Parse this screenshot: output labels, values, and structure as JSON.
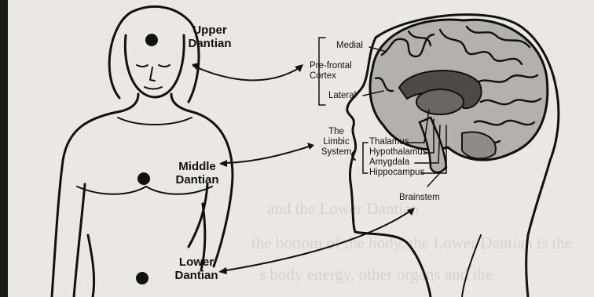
{
  "dantians": {
    "upper": [
      "Upper",
      "Dantian"
    ],
    "middle": [
      "Middle",
      "Dantian"
    ],
    "lower": [
      "Lower",
      "Dantian"
    ]
  },
  "cortex": {
    "label": [
      "Pre-frontal",
      "Cortex"
    ],
    "medial": "Medial",
    "lateral": "Lateral"
  },
  "limbic": {
    "label": [
      "The",
      "Limbic",
      "System"
    ],
    "parts": [
      "Thalamus",
      "Hypothalamus",
      "Amygdala",
      "Hippocampus"
    ]
  },
  "brainstem": "Brainstem",
  "background_text": [
    "and the Lower Dantian",
    "the bottom of the body, the Lower Dantian is the",
    "s body energy, other organs and the"
  ],
  "colors": {
    "paper": "#ebe8e3",
    "ink": "#111111",
    "brain_gray": "#a9a6a2"
  }
}
